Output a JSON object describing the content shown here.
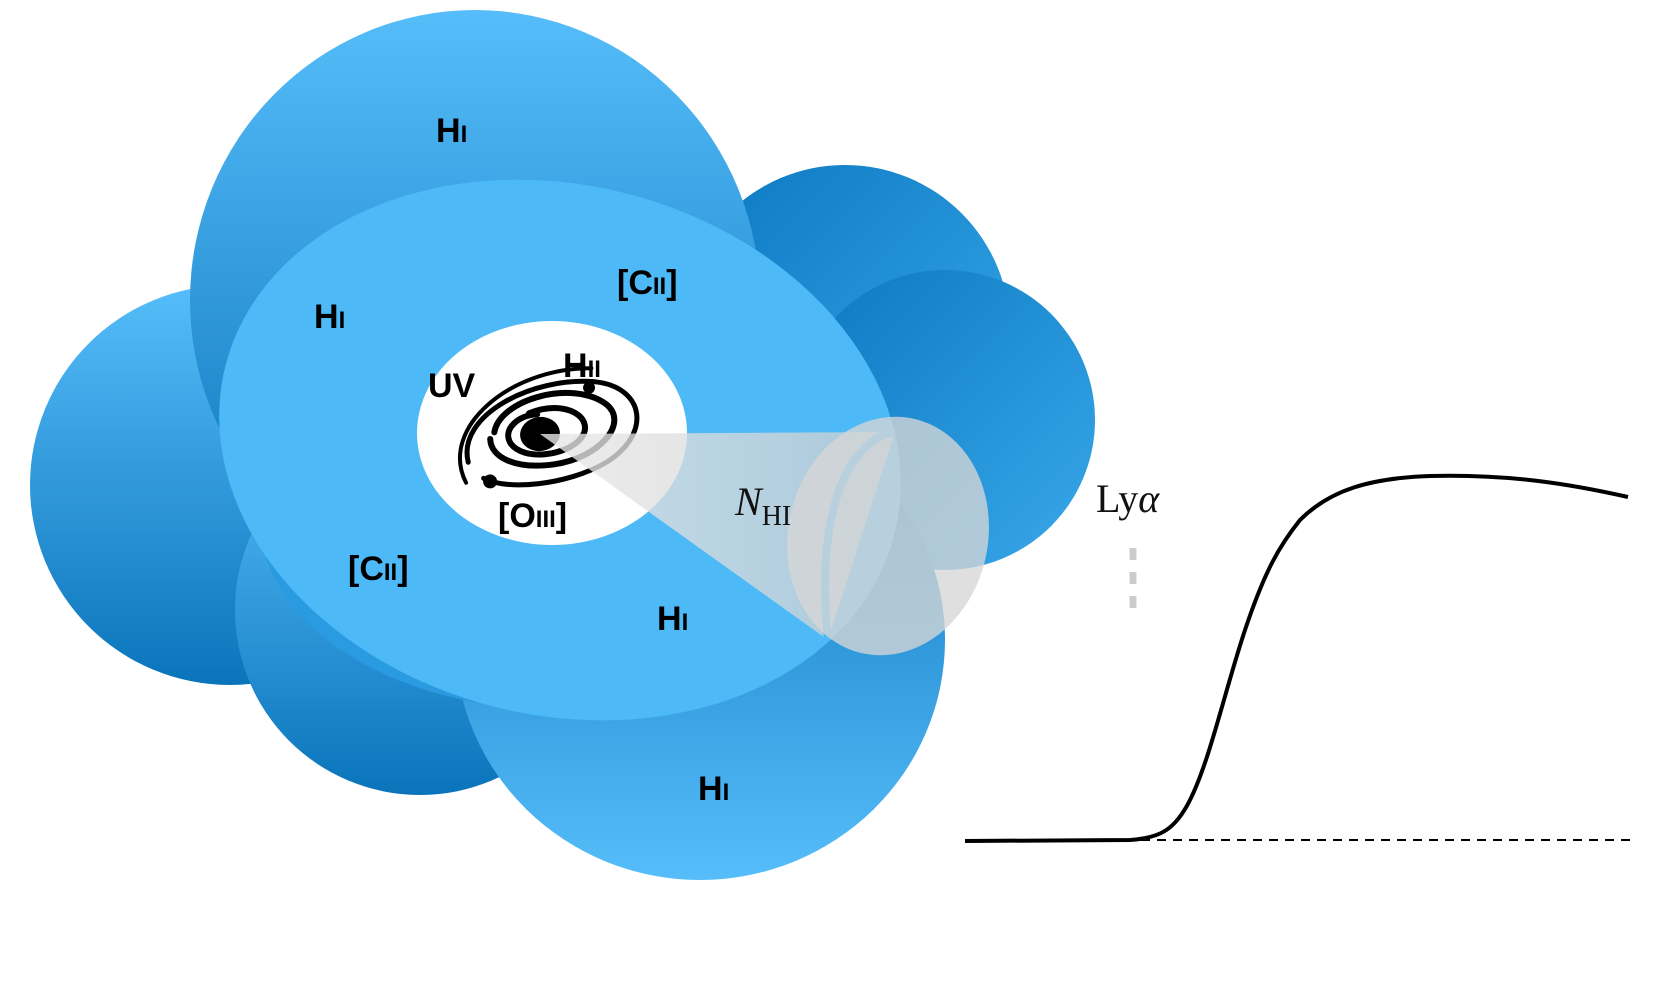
{
  "colors": {
    "cloud_light": "#56bdfa",
    "cloud_dark": "#0a74bb",
    "disk": "#4db9f7",
    "core": "#ffffff",
    "cone": "#d6d6d6",
    "galaxy": "#000000",
    "curve": "#000000",
    "marker": "#cccccc"
  },
  "labels": {
    "hi_top": {
      "main": "H",
      "ion": "I"
    },
    "hi_left": {
      "main": "H",
      "ion": "I"
    },
    "cii_top": {
      "main": "[C",
      "ion": "II",
      "close": "]"
    },
    "uv": "UV",
    "hii": {
      "main": "H",
      "ion": "II"
    },
    "oiii": {
      "main": "[O",
      "ion": "III",
      "close": "]"
    },
    "cii_bottom": {
      "main": "[C",
      "ion": "II",
      "close": "]"
    },
    "hi_center": {
      "main": "H",
      "ion": "I"
    },
    "hi_bottom": {
      "main": "H",
      "ion": "I"
    },
    "column_density": {
      "symbol": "N",
      "subscript": "HI"
    },
    "lya": {
      "prefix": "Ly",
      "symbol": "α"
    }
  },
  "icons": {
    "galaxy": "spiral-galaxy-icon"
  },
  "spectrum": {
    "description_type": "line",
    "shape": "damped Lyman-alpha absorption profile rising to continuum",
    "baseline": "dashed zero-flux level",
    "marker_at": "lya"
  }
}
